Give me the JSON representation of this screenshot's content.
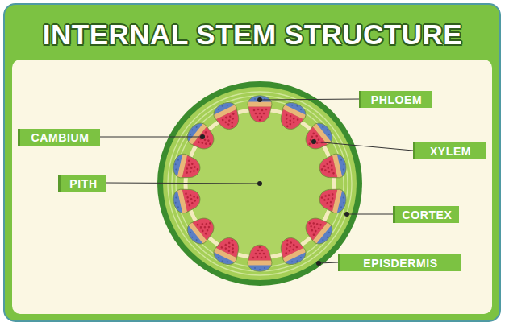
{
  "diagram": {
    "title": "INTERNAL STEM STRUCTURE",
    "nodes": [
      {
        "text": [
          "PHLOEM"
        ]
      },
      {
        "text": [
          "CAMBIUM"
        ]
      },
      {
        "text": [
          "XYLEM"
        ]
      },
      {
        "text": [
          "PITH"
        ]
      },
      {
        "text": [
          "CORTEX"
        ]
      },
      {
        "text": [
          "EPISDERMIS"
        ]
      }
    ]
  }
}
